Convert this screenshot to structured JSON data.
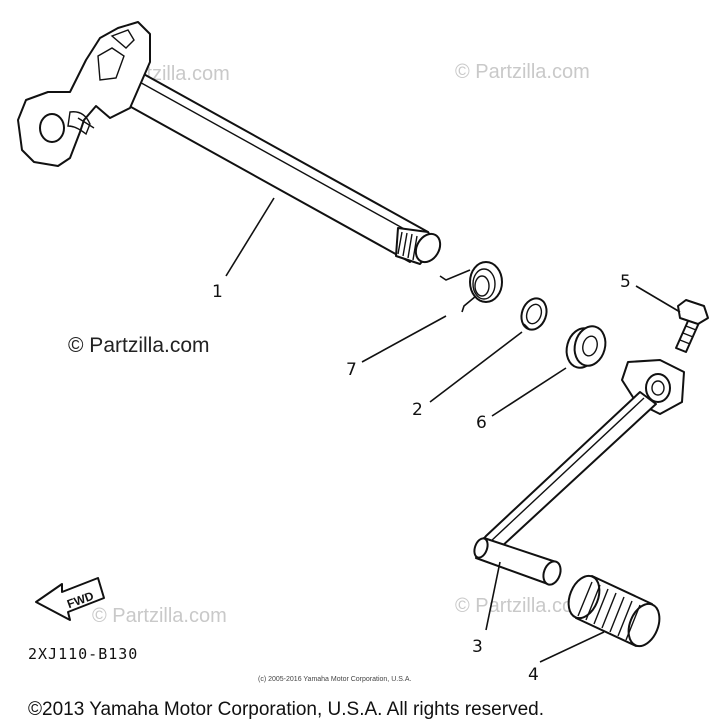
{
  "diagram": {
    "callouts": [
      "1",
      "7",
      "2",
      "6",
      "5",
      "3",
      "4"
    ],
    "watermark_text": "© Partzilla.com",
    "diagram_code": "2XJ110-B130",
    "fwd_label": "FWD",
    "small_copyright": "(c) 2005-2016 Yamaha Motor Corporation, U.S.A.",
    "footer_copyright": "©2013 Yamaha Motor Corporation, U.S.A. All rights reserved."
  }
}
